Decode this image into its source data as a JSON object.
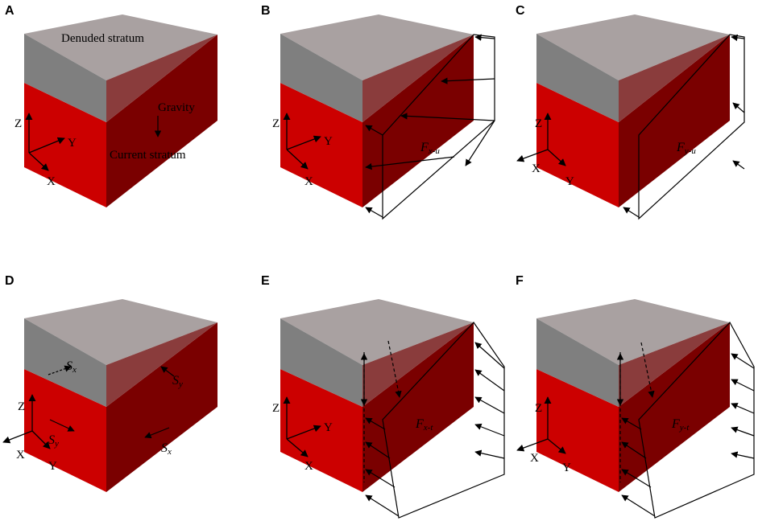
{
  "colors": {
    "front_red": "#cc0000",
    "side_red": "#7a0000",
    "denuded_top": "#a9a1a1",
    "denuded_front": "#7f7f7f",
    "denuded_side": "#8a3c3c",
    "outline": "#000000"
  },
  "panels": [
    {
      "id": "A",
      "label": "A",
      "texts": {
        "denuded": "Denuded stratum",
        "gravity": "Gravity",
        "current": "Current stratum"
      },
      "axes": {
        "z": "Z",
        "y": "Y",
        "x": "X"
      }
    },
    {
      "id": "B",
      "label": "B",
      "force": {
        "main": "F",
        "sub": "x-u"
      },
      "axes": {
        "z": "Z",
        "y": "Y",
        "x": "X"
      }
    },
    {
      "id": "C",
      "label": "C",
      "force": {
        "main": "F",
        "sub": "y-u"
      },
      "axes": {
        "z": "Z",
        "x": "X",
        "y": "Y"
      }
    },
    {
      "id": "D",
      "label": "D",
      "shears": {
        "sx_top": "S",
        "sx_top_sub": "x",
        "sy_side": "S",
        "sy_side_sub": "y",
        "sy_front": "S",
        "sy_front_sub": "y",
        "sx_side": "S",
        "sx_side_sub": "x"
      },
      "axes": {
        "z": "Z",
        "x": "X",
        "y": "Y"
      }
    },
    {
      "id": "E",
      "label": "E",
      "force": {
        "main": "F",
        "sub": "x-t"
      },
      "axes": {
        "z": "Z",
        "y": "Y",
        "x": "X"
      }
    },
    {
      "id": "F",
      "label": "F",
      "force": {
        "main": "F",
        "sub": "y-t"
      },
      "axes": {
        "z": "Z",
        "x": "X",
        "y": "Y"
      }
    }
  ]
}
